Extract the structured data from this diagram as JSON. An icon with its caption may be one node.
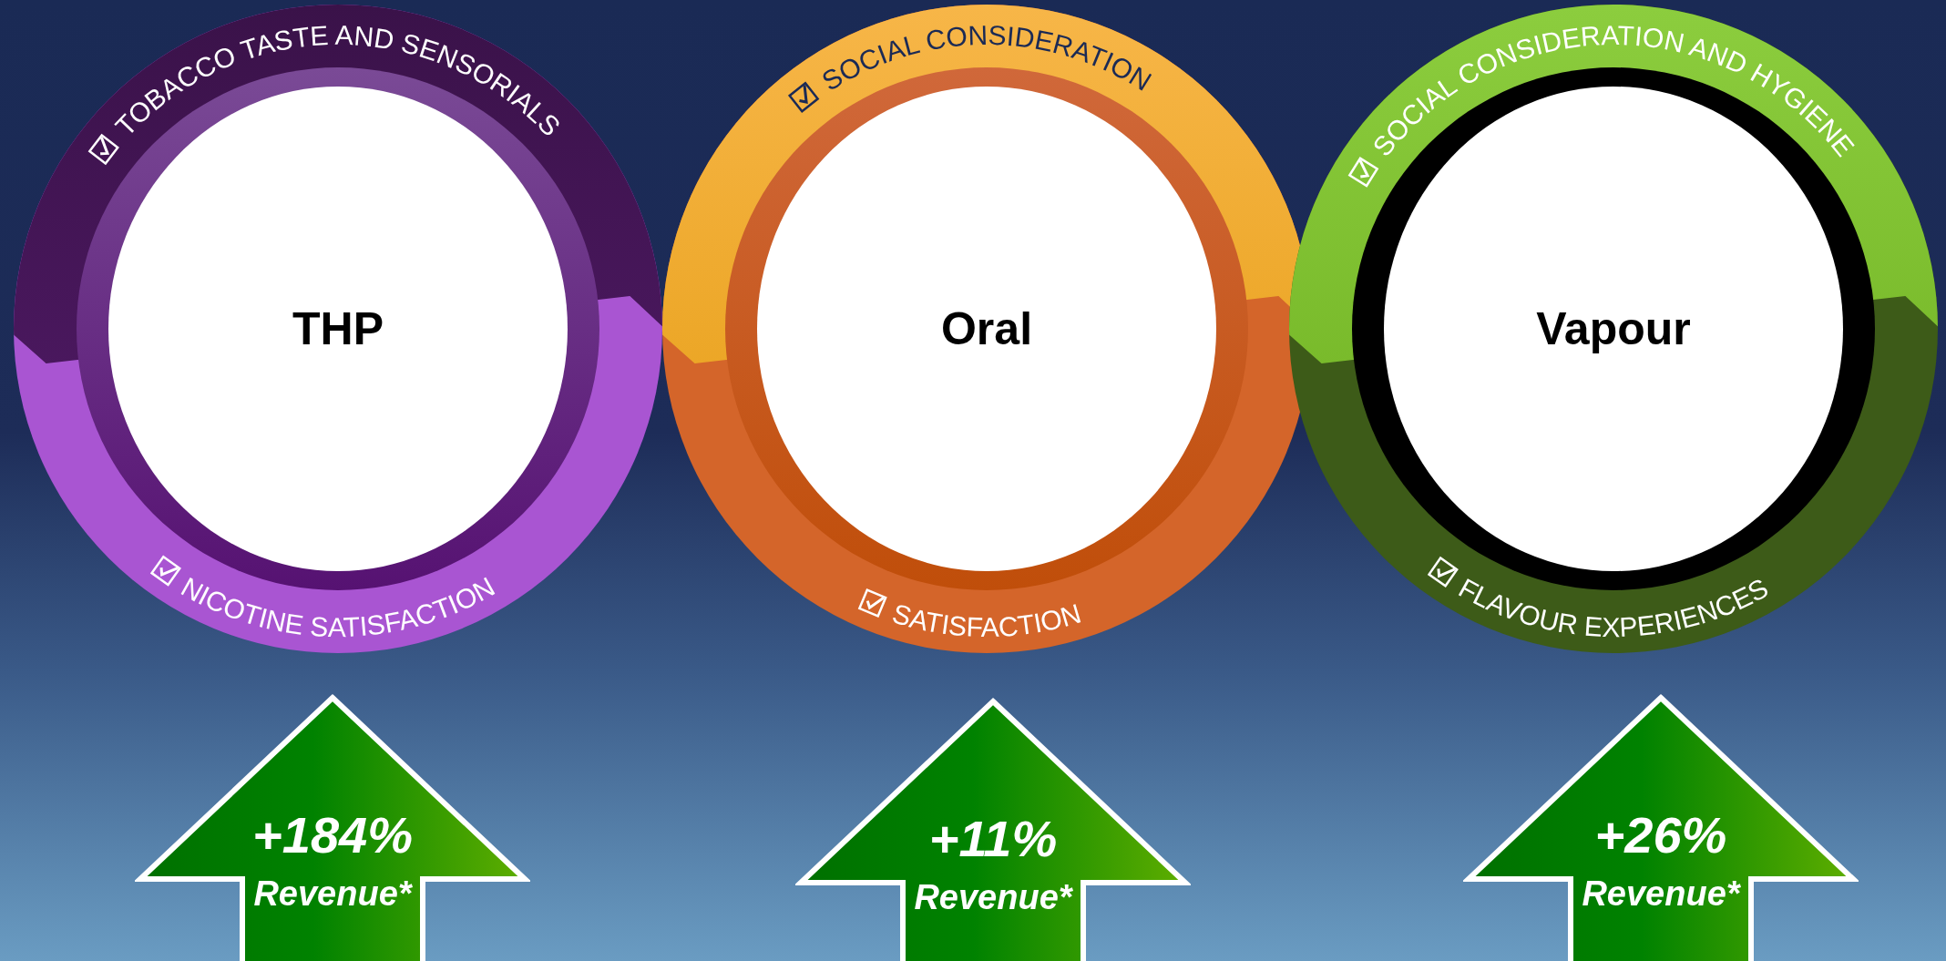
{
  "diagram": {
    "nodes": [
      {
        "text": [
          "TOBACCO TASTE AND SENSORIALS",
          "NICOTINE SATISFACTION"
        ]
      },
      {
        "text": [
          "THP"
        ],
        "in": 0
      },
      {
        "text": [
          "SOCIAL CONSIDERATION",
          "SATISFACTION"
        ]
      },
      {
        "text": [
          "Oral"
        ],
        "in": 2
      },
      {
        "text": [
          "SOCIAL CONSIDERATION AND HYGIENE",
          "FLAVOUR EXPERIENCES"
        ]
      },
      {
        "text": [
          "Vapour"
        ],
        "in": 4
      },
      {
        "text": [
          "+184%",
          "Revenue*"
        ]
      },
      {
        "text": [
          "+11%",
          "Revenue*"
        ]
      },
      {
        "text": [
          "+26%",
          "Revenue*"
        ]
      }
    ],
    "edges": []
  }
}
